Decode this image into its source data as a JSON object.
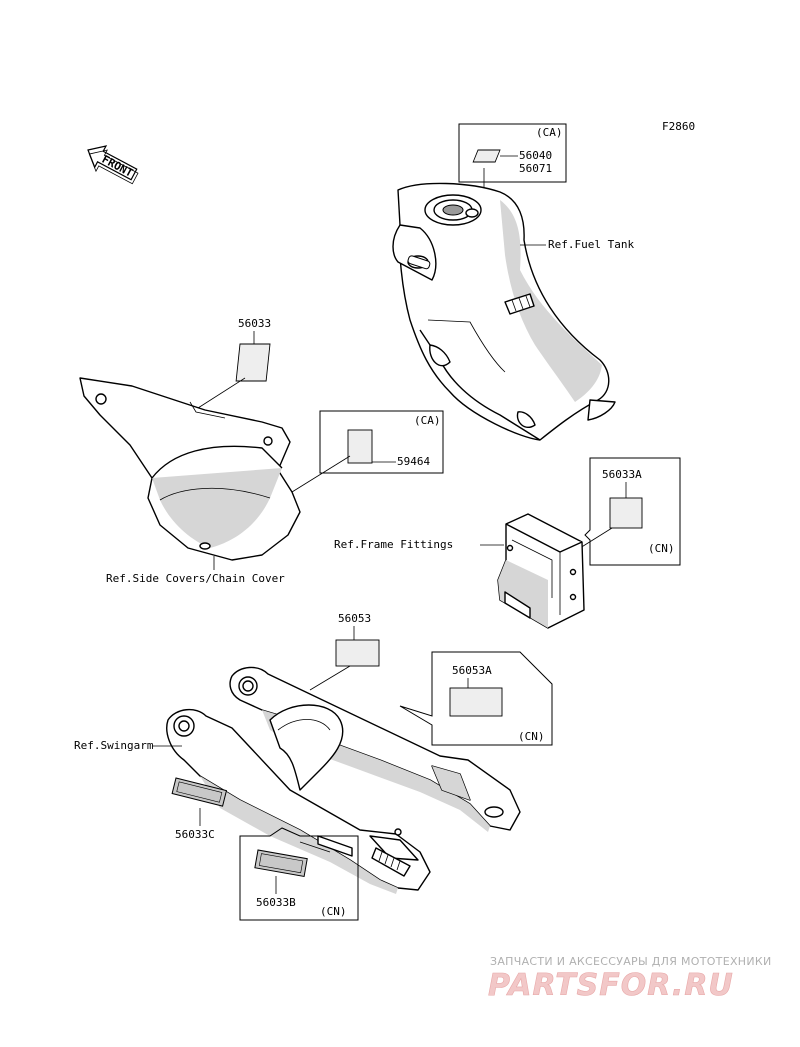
{
  "figure_code": "F2860",
  "front_label": "FRONT",
  "fuel_tank": {
    "ref": "Ref.Fuel Tank",
    "region": "(CA)",
    "parts": [
      "56040",
      "56071"
    ]
  },
  "side_cover": {
    "part": "56033",
    "ref": "Ref.Side Covers/Chain Cover"
  },
  "ca_label": {
    "region": "(CA)",
    "part": "59464"
  },
  "frame": {
    "ref": "Ref.Frame Fittings",
    "part": "56033A",
    "region": "(CN)"
  },
  "swingarm": {
    "ref": "Ref.Swingarm",
    "part_top": "56053",
    "part_cn": "56053A",
    "region_cn": "(CN)",
    "part_left": "56033C",
    "part_bottom": "56033B",
    "region_bottom": "(CN)"
  },
  "watermark": {
    "line1": "ЗАПЧАСТИ И АКСЕССУАРЫ ДЛЯ МОТОТЕХНИКИ",
    "line2": "PARTSFOR.RU"
  }
}
